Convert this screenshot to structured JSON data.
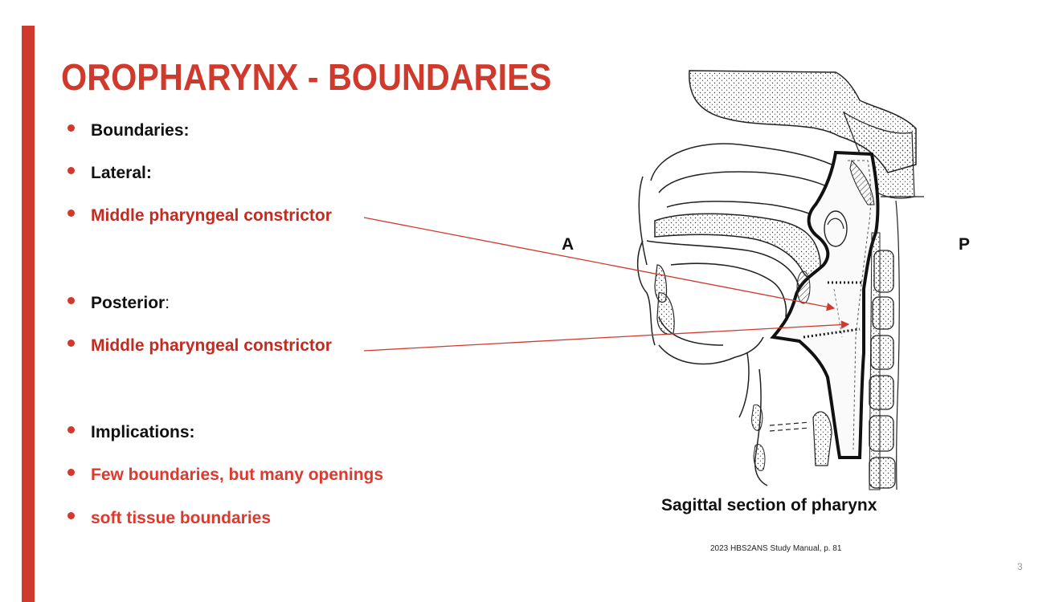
{
  "slide": {
    "title": "OROPHARYNX - BOUNDARIES",
    "accent_color": "#d03a2c",
    "page_number": "3"
  },
  "bullets": [
    {
      "text": "Boundaries:",
      "style": "black"
    },
    {
      "text": "Lateral:",
      "style": "black"
    },
    {
      "text": "Middle pharyngeal constrictor",
      "style": "red"
    },
    {
      "text": "Posterior",
      "suffix": ":",
      "style": "black"
    },
    {
      "text": "Middle pharyngeal constrictor",
      "style": "red"
    },
    {
      "text": "Implications:",
      "style": "black"
    },
    {
      "text": "Few boundaries, but many openings",
      "style": "light-red"
    },
    {
      "text": "soft tissue boundaries",
      "style": "light-red"
    }
  ],
  "figure": {
    "label_anterior": "A",
    "label_posterior": "P",
    "caption": "Sagittal section of pharynx",
    "source": "2023 HBS2ANS Study Manual, p. 81",
    "arrow_color": "#d03a2c"
  }
}
